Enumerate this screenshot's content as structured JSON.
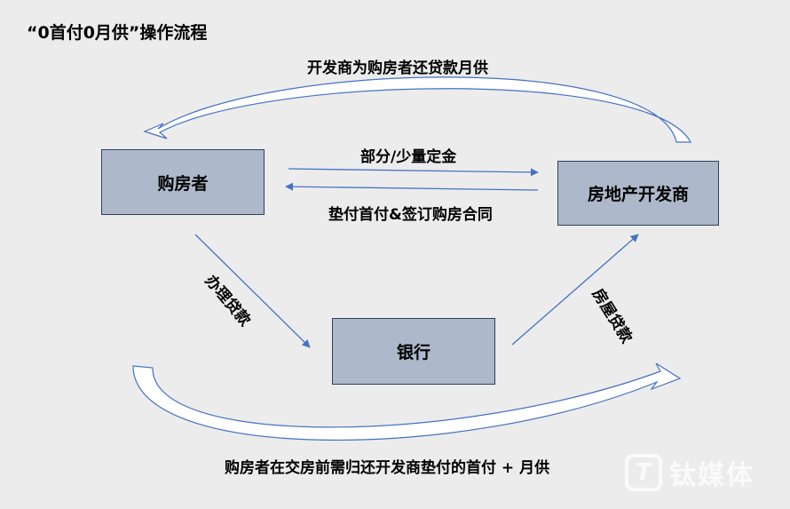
{
  "title": "“0首付0月供”操作流程",
  "nodes": {
    "buyer": "购房者",
    "developer": "房地产开发商",
    "bank": "银行"
  },
  "edges": {
    "dev_repays_monthly": "开发商为购房者还贷款月供",
    "partial_deposit": "部分/少量定金",
    "advance_down_payment": "垫付首付&签订购房合同",
    "apply_loan": "办理贷款",
    "mortgage_loan": "房屋贷款",
    "buyer_returns": "购房者在交房前需归还开发商垫付的首付 + 月供"
  },
  "watermark": {
    "logo_letter": "T",
    "text": "钛媒体"
  },
  "colors": {
    "background": "#ececec",
    "box_fill": "#adb9ca",
    "box_border": "#2f3f5a",
    "arrow": "#4472c4"
  }
}
